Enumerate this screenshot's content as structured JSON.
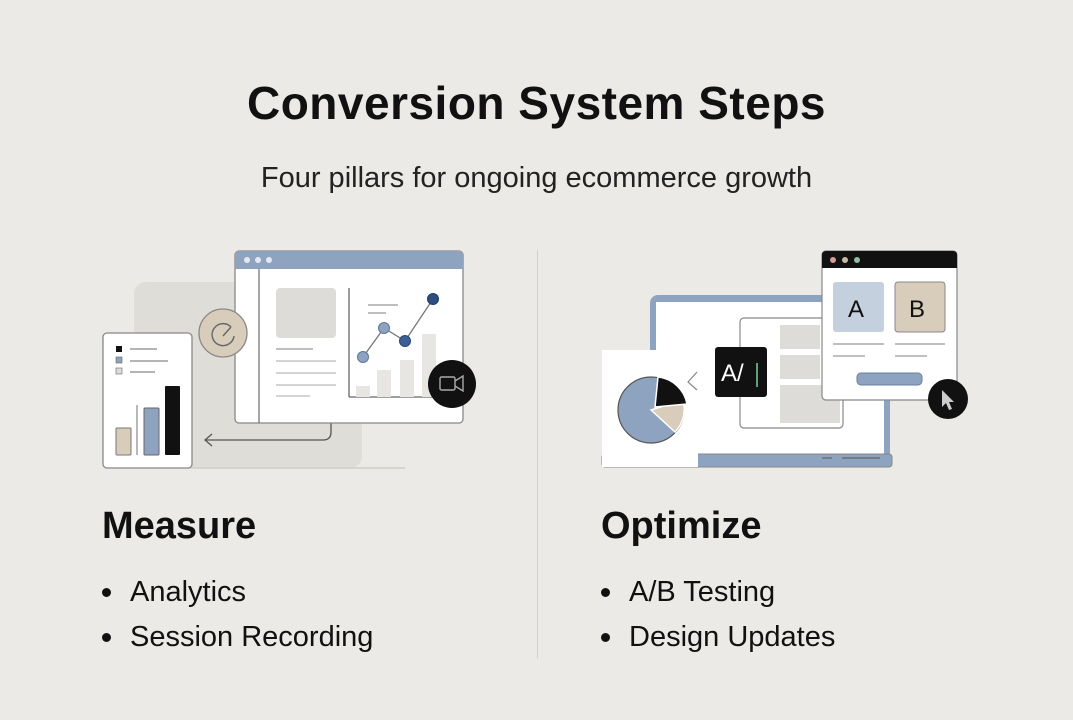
{
  "header": {
    "title": "Conversion System Steps",
    "subtitle": "Four pillars for ongoing ecommerce growth"
  },
  "columns": [
    {
      "title": "Measure",
      "items": [
        "Analytics",
        "Session Recording"
      ],
      "illustration": {
        "icons": [
          "browser-window-icon",
          "line-chart-icon",
          "bar-chart-card-icon",
          "gauge-icon",
          "video-camera-icon",
          "arrow-left-icon"
        ]
      }
    },
    {
      "title": "Optimize",
      "items": [
        "A/B Testing",
        "Design Updates"
      ],
      "illustration": {
        "ab_labels": {
          "a": "A",
          "b": "B",
          "badge": "A/|"
        },
        "icons": [
          "laptop-icon",
          "pie-chart-icon",
          "ab-test-badge-icon",
          "variant-window-icon",
          "cursor-pointer-icon"
        ]
      }
    }
  ],
  "colors": {
    "background": "#ebeae6",
    "accent_blue": "#8ea3c0",
    "accent_dark_blue": "#2f4e80",
    "accent_beige": "#d8ccbb",
    "ink": "#111111"
  }
}
